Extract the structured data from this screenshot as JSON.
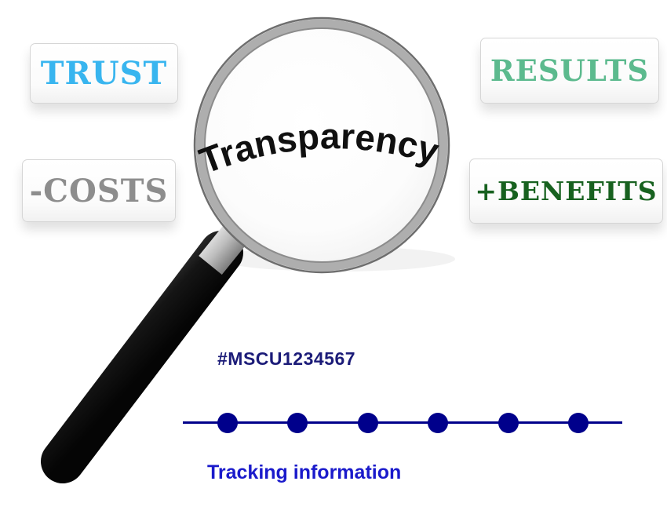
{
  "cards": {
    "trust": {
      "label": "TRUST",
      "color": "#38b5ef"
    },
    "results": {
      "label": "RESULTS",
      "color": "#5cba8e"
    },
    "costs": {
      "label": "-COSTS",
      "color": "#8d8d8d"
    },
    "benefits": {
      "label": "+BENEFITS",
      "color": "#17611f"
    }
  },
  "magnifier": {
    "label": "Transparency",
    "text_color": "#101010"
  },
  "tracking": {
    "container_number": "#MSCU1234567",
    "container_number_color": "#1b1b78",
    "label": "Tracking information",
    "label_color": "#1a1acb",
    "dots": 6,
    "line_color": "#00008b",
    "dot_color": "#00008b"
  }
}
